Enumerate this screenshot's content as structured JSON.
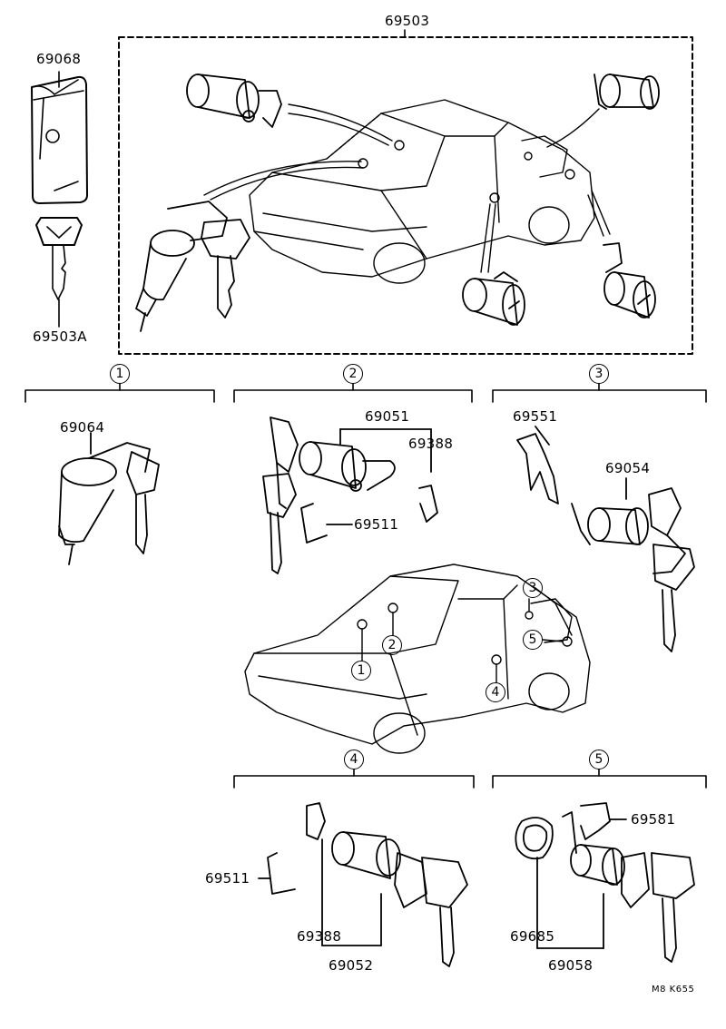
{
  "top_group": {
    "assembly_label": "69503",
    "case_label": "69068",
    "key_label": "69503A"
  },
  "sections": [
    {
      "number": "1",
      "parts": [
        "69064"
      ]
    },
    {
      "number": "2",
      "parts": [
        "69051",
        "69388",
        "69511"
      ]
    },
    {
      "number": "3",
      "parts": [
        "69551",
        "69054"
      ]
    },
    {
      "number": "4",
      "parts": [
        "69511",
        "69388",
        "69052"
      ]
    },
    {
      "number": "5",
      "parts": [
        "69581",
        "69685",
        "69058"
      ]
    }
  ],
  "car_callouts": [
    "1",
    "2",
    "3",
    "4",
    "5"
  ],
  "footer_code": "M8 K655"
}
